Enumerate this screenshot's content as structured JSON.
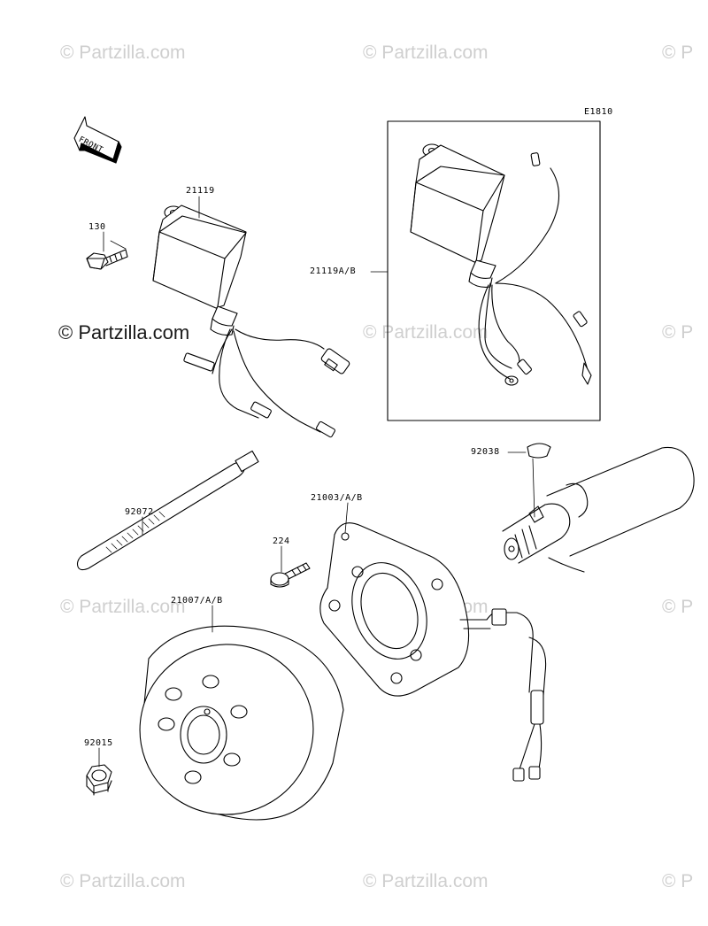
{
  "diagram_code": "E1810",
  "front_marker": "FRONT",
  "watermark": "© Partzilla.com",
  "watermark_partial": "© P",
  "callouts": [
    {
      "id": "21119",
      "text": "21119"
    },
    {
      "id": "130",
      "text": "130"
    },
    {
      "id": "21119A/B",
      "text": "21119A/B"
    },
    {
      "id": "92038",
      "text": "92038"
    },
    {
      "id": "92072",
      "text": "92072"
    },
    {
      "id": "21003/A/B",
      "text": "21003/A/B"
    },
    {
      "id": "224",
      "text": "224"
    },
    {
      "id": "21007/A/B",
      "text": "21007/A/B"
    },
    {
      "id": "92015",
      "text": "92015"
    }
  ]
}
